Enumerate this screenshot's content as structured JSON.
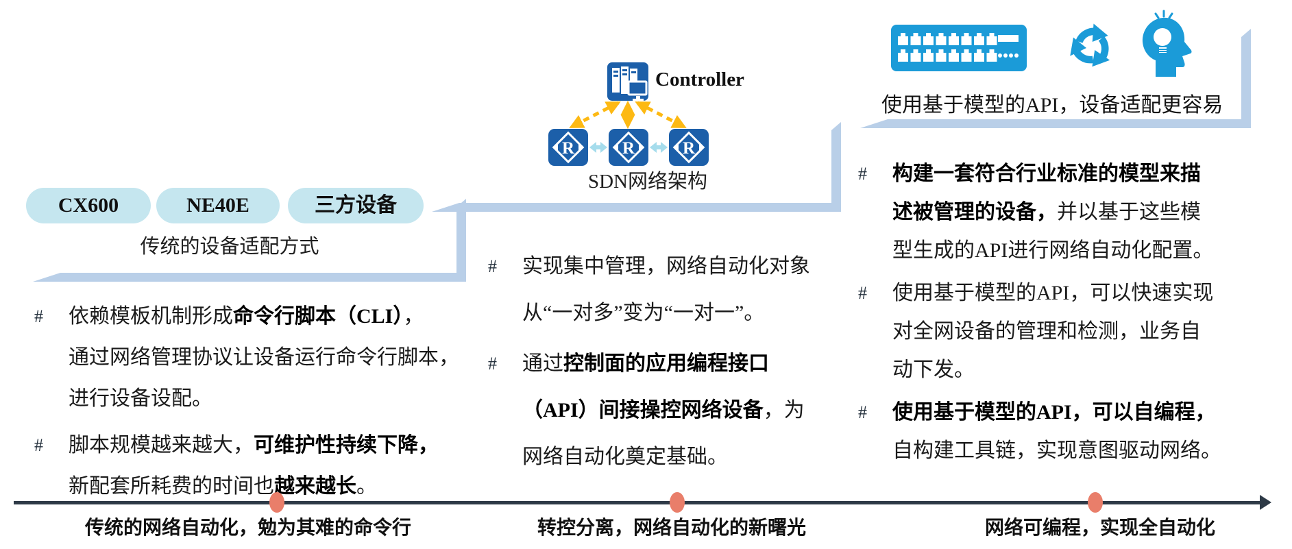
{
  "bullet_marker": "#",
  "colors": {
    "device_blue": "#1c5fa9",
    "icon_blue": "#1b9bd8",
    "ribbon_blue": "#b9cfe8",
    "pill_cyan": "#c5e6ef",
    "arrow_yellow": "#fdb913",
    "link_cyan": "#a5dcec",
    "timeline_dark": "#2e3a47",
    "milestone_dot": "#e97e6a"
  },
  "sections": {
    "left": {
      "pills": [
        {
          "label": "CX600"
        },
        {
          "label": "NE40E"
        },
        {
          "label": "三方设备"
        }
      ],
      "caption": "传统的设备适配方式",
      "bullets": [
        {
          "lines": [
            [
              {
                "t": "依赖模板机制形成",
                "b": 0
              },
              {
                "t": "命令行脚本（CLI）",
                "b": 1
              },
              {
                "t": "，",
                "b": 0
              }
            ],
            [
              {
                "t": "通过网络管理协议让设备运行命令行脚本，",
                "b": 0
              }
            ],
            [
              {
                "t": "进行设备设配。",
                "b": 0
              }
            ]
          ]
        },
        {
          "lines": [
            [
              {
                "t": "脚本规模越来越大，",
                "b": 0
              },
              {
                "t": "可维护性持续下降，",
                "b": 1
              }
            ],
            [
              {
                "t": "新配套所耗费的时间也",
                "b": 0
              },
              {
                "t": "越来越长",
                "b": 1
              },
              {
                "t": "。",
                "b": 0
              }
            ]
          ]
        }
      ]
    },
    "middle": {
      "diagram": {
        "controller_label": "Controller",
        "router_letter": "R",
        "caption": "SDN网络架构"
      },
      "bullets": [
        {
          "lines": [
            [
              {
                "t": "实现集中管理，网络自动化对象",
                "b": 0
              }
            ],
            [
              {
                "t": "从“一对多”变为“一对一”。",
                "b": 0
              }
            ]
          ]
        },
        {
          "lines": [
            [
              {
                "t": "通过",
                "b": 0
              },
              {
                "t": "控制面的应用编程接口",
                "b": 1
              }
            ],
            [
              {
                "t": "（API）间接操控网络设备",
                "b": 1
              },
              {
                "t": "，为",
                "b": 0
              }
            ],
            [
              {
                "t": "网络自动化奠定基础。",
                "b": 0
              }
            ]
          ]
        }
      ]
    },
    "right": {
      "icons": [
        "switch-icon",
        "recycle-icon",
        "head-bulb-icon"
      ],
      "headline": "使用基于模型的API，设备适配更容易",
      "bullets": [
        {
          "lines": [
            [
              {
                "t": "构建一套符合行业标准的模型来描",
                "b": 1
              }
            ],
            [
              {
                "t": "述被管理的设备，",
                "b": 1
              },
              {
                "t": "并以基于这些模",
                "b": 0
              }
            ],
            [
              {
                "t": "型生成的API进行网络自动化配置。",
                "b": 0
              }
            ]
          ]
        },
        {
          "lines": [
            [
              {
                "t": "使用基于模型的API，可以快速实现",
                "b": 0
              }
            ],
            [
              {
                "t": "对全网设备的管理和检测，业务自",
                "b": 0
              }
            ],
            [
              {
                "t": "动下发。",
                "b": 0
              }
            ]
          ]
        },
        {
          "lines": [
            [
              {
                "t": "使用基于模型的API，可以自编程，",
                "b": 1
              }
            ],
            [
              {
                "t": "自构建工具链，实现意图驱动网络。",
                "b": 0
              }
            ]
          ]
        }
      ]
    }
  },
  "timeline": {
    "milestones": [
      {
        "label": "传统的网络自动化，勉为其难的命令行"
      },
      {
        "label": "转控分离，网络自动化的新曙光"
      },
      {
        "label": "网络可编程，实现全自动化"
      }
    ]
  }
}
